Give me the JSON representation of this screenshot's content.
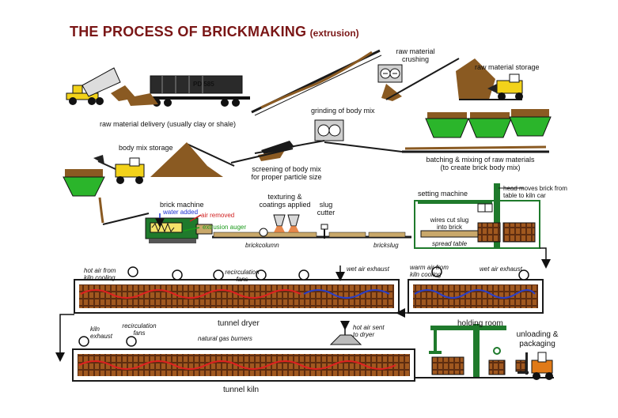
{
  "title": {
    "main": "THE PROCESS OF BRICKMAKING",
    "sub": "(extrusion)"
  },
  "labels": {
    "raw_material_delivery": "raw material delivery (usually clay or shale)",
    "railcar_id": "PD 585",
    "raw_material_crushing": [
      "raw material",
      "crushing"
    ],
    "raw_material_storage": "raw material storage",
    "grinding": "grinding of body mix",
    "body_mix_storage": "body mix storage",
    "screening": [
      "screening of body mix",
      "for proper particle size"
    ],
    "batching": [
      "batching & mixing of raw materials",
      "(to create brick body mix)"
    ],
    "brick_machine": "brick machine",
    "water_added": "water added",
    "air_removed": "air removed",
    "extrusion_auger": "extrusion auger",
    "texturing": [
      "texturing &",
      "coatings applied"
    ],
    "slug_cutter": [
      "slug",
      "cutter"
    ],
    "brickcolumn": "brickcolumn",
    "brickslug": "brickslug",
    "setting_machine": "setting machine",
    "head_moves": [
      "head moves brick from",
      "table to kiln car"
    ],
    "wires_cut": [
      "wires cut slug",
      "into brick"
    ],
    "spread_table": "spread table",
    "hot_air_from_kiln": [
      "hot air from",
      "kiln cooling"
    ],
    "recirculation_fans_dryer": [
      "recirculation",
      "fans"
    ],
    "wet_air_exhaust_1": "wet air exhaust",
    "warm_air_from_kiln": [
      "warm air from",
      "kiln cooling"
    ],
    "wet_air_exhaust_2": "wet air exhaust",
    "tunnel_dryer": "tunnel dryer",
    "holding_room": "holding room",
    "kiln_exhaust": [
      "kiln",
      "exhaust"
    ],
    "recirculation_fans_kiln": [
      "recirculation",
      "fans"
    ],
    "natural_gas_burners": "natural gas burners",
    "hot_air_to_dryer": [
      "hot air sent",
      "to dryer"
    ],
    "unloading": [
      "unloading &",
      "packaging"
    ],
    "tunnel_kiln": "tunnel kiln"
  },
  "colors": {
    "title": "#7a1616",
    "material": "#8a5a22",
    "conveyor": "#1a1a1a",
    "hopper": "#2bb52b",
    "truck": "#f2d21a",
    "kiln_car": "#7a3a12",
    "heat": "#e02020",
    "cool": "#2a3fc8",
    "machine": "#1f7a2c",
    "water": "#1a2fd0",
    "air": "#d02020",
    "auger": "#1a9a1a"
  },
  "icons": [
    "dump-truck-icon",
    "railcar-icon",
    "crusher-icon",
    "loader-icon",
    "hopper-icon",
    "grinder-icon",
    "fan-icon",
    "forklift-icon"
  ]
}
